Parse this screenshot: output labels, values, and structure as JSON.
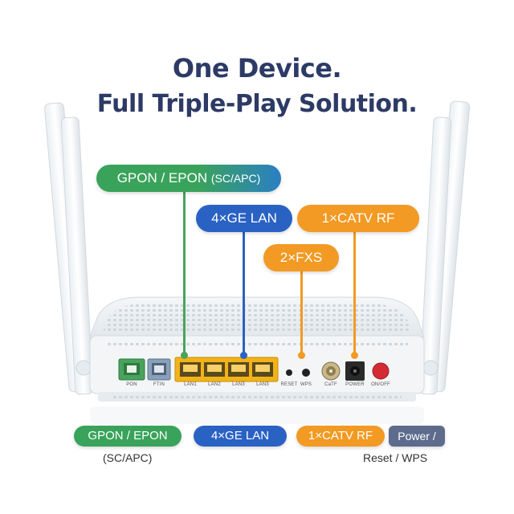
{
  "headline": {
    "line1": "One Device.",
    "line2": "Full Triple-Play Solution."
  },
  "callouts": {
    "gpon": {
      "main": "GPON / EPON",
      "sub": "(SC/APC)",
      "color": "#3aa35b"
    },
    "lan": {
      "label": "4×GE LAN",
      "color": "#2a62c4"
    },
    "catv": {
      "label": "1×CATV RF",
      "color": "#f29a23"
    },
    "fxs": {
      "label": "2×FXS",
      "color": "#f29a23"
    }
  },
  "ports": {
    "pon": "PON",
    "ftin": "FTIN",
    "lan1": "LAN1",
    "lan2": "LAN2",
    "lan3": "LAN3",
    "lan4": "LAN3",
    "reset": "RESET",
    "wps": "WPS",
    "catv": "CaTF",
    "power": "POWER",
    "onoff": "ON/OFF"
  },
  "legend": {
    "gpon": "GPON / EPON",
    "gpon_sub": "(SC/APC)",
    "lan": "4×GE LAN",
    "catv": "1×CATV RF",
    "power": "Power /",
    "power_sub": "Reset / WPS",
    "power_color": "#5d6c8c"
  }
}
